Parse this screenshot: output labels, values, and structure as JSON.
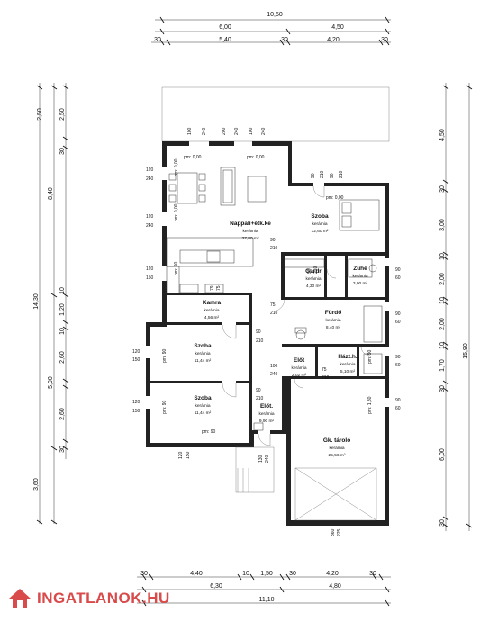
{
  "dimensions": {
    "top": [
      "10,50",
      "6,00",
      "4,50",
      "30",
      "5,40",
      "30",
      "4,20",
      "30"
    ],
    "bottom": [
      "30",
      "4,40",
      "10",
      "1,50",
      "30",
      "4,20",
      "30",
      "6,30",
      "4,80",
      "11,10"
    ],
    "left_outer": [
      "14,30"
    ],
    "left_mid": [
      "8,40",
      "5,90",
      "3,60"
    ],
    "left_inner": [
      "2,50",
      "2,50",
      "30",
      "1,20",
      "10",
      "2,60",
      "10",
      "2,60",
      "30"
    ],
    "right_inner": [
      "4,50",
      "30",
      "3,00",
      "10",
      "2,00",
      "10",
      "2,00",
      "10",
      "1,70",
      "30",
      "6,00",
      "30"
    ],
    "right_outer": [
      "15,90"
    ]
  },
  "rooms": [
    {
      "name": "Nappali+étk.ke",
      "floor": "kerámia",
      "area": "37,80 m²"
    },
    {
      "name": "Szoba",
      "floor": "kerámia",
      "area": "12,60 m²"
    },
    {
      "name": "Gardr",
      "floor": "kerámia",
      "area": "4,30 m²"
    },
    {
      "name": "Zuhé",
      "floor": "kerámia",
      "area": "3,90 m²"
    },
    {
      "name": "Kamra",
      "floor": "kerámia",
      "area": "4,56 m²"
    },
    {
      "name": "Fürdő",
      "floor": "kerámia",
      "area": "8,40 m²"
    },
    {
      "name": "Szoba",
      "floor": "kerámia",
      "area": "11,44 m²"
    },
    {
      "name": "Előt",
      "floor": "kerámia",
      "area": "2,02 m²"
    },
    {
      "name": "Házt.h.",
      "floor": "kerámia",
      "area": "5,10 m²"
    },
    {
      "name": "Szoba",
      "floor": "kerámia",
      "area": "11,44 m²"
    },
    {
      "name": "Előt.",
      "floor": "kerámia",
      "area": "9,90 m²"
    },
    {
      "name": "Gk. tároló",
      "floor": "kerámia",
      "area": "25,56 m²"
    }
  ],
  "openings": {
    "window_top": [
      "100",
      "240",
      "200",
      "240",
      "100",
      "240"
    ],
    "window_mid": [
      "90",
      "210",
      "90",
      "210"
    ],
    "window_left": [
      "120",
      "240",
      "120",
      "240",
      "120",
      "150",
      "120",
      "150",
      "120",
      "150"
    ],
    "window_right": [
      "90",
      "60",
      "90",
      "60",
      "90",
      "60",
      "90",
      "60"
    ],
    "doors": [
      "90",
      "210",
      "75",
      "210",
      "90",
      "210",
      "90",
      "210",
      "100",
      "240",
      "75",
      "210",
      "90",
      "210",
      "79",
      "75",
      "130",
      "240",
      "360",
      "225",
      "120",
      "150"
    ],
    "pm_labels": [
      "pm: 0,00",
      "pm: 0,00",
      "pm: 0,00",
      "pm: 0,00",
      "pm: 0,00",
      "pm: 90",
      "pm: 90",
      "pm: 90",
      "pm: 90",
      "pm: 1,80",
      "pm: 90"
    ]
  },
  "logo": {
    "text": "INGATLANOK.HU"
  }
}
